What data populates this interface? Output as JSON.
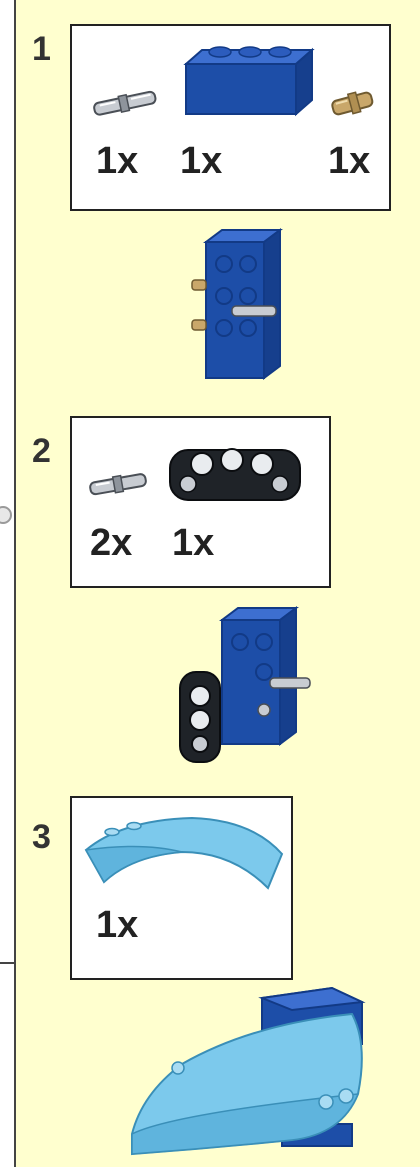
{
  "colors": {
    "page_background": "#ffffcf",
    "brick_blue": "#1d4ea8",
    "beam_black": "#1f2328",
    "light_blue": "#7cc9ec",
    "tan": "#c9a76a",
    "frame": "#222222"
  },
  "steps": [
    {
      "number": "1",
      "parts": [
        {
          "icon": "technic-pin-gray",
          "qty": "1x"
        },
        {
          "icon": "blue-brick-2x4",
          "qty": "1x"
        },
        {
          "icon": "tan-axle-pin",
          "qty": "1x"
        }
      ]
    },
    {
      "number": "2",
      "parts": [
        {
          "icon": "technic-pin-gray",
          "qty": "2x"
        },
        {
          "icon": "black-technic-beam",
          "qty": "1x"
        }
      ]
    },
    {
      "number": "3",
      "parts": [
        {
          "icon": "light-blue-curved-slope",
          "qty": "1x"
        }
      ]
    }
  ]
}
